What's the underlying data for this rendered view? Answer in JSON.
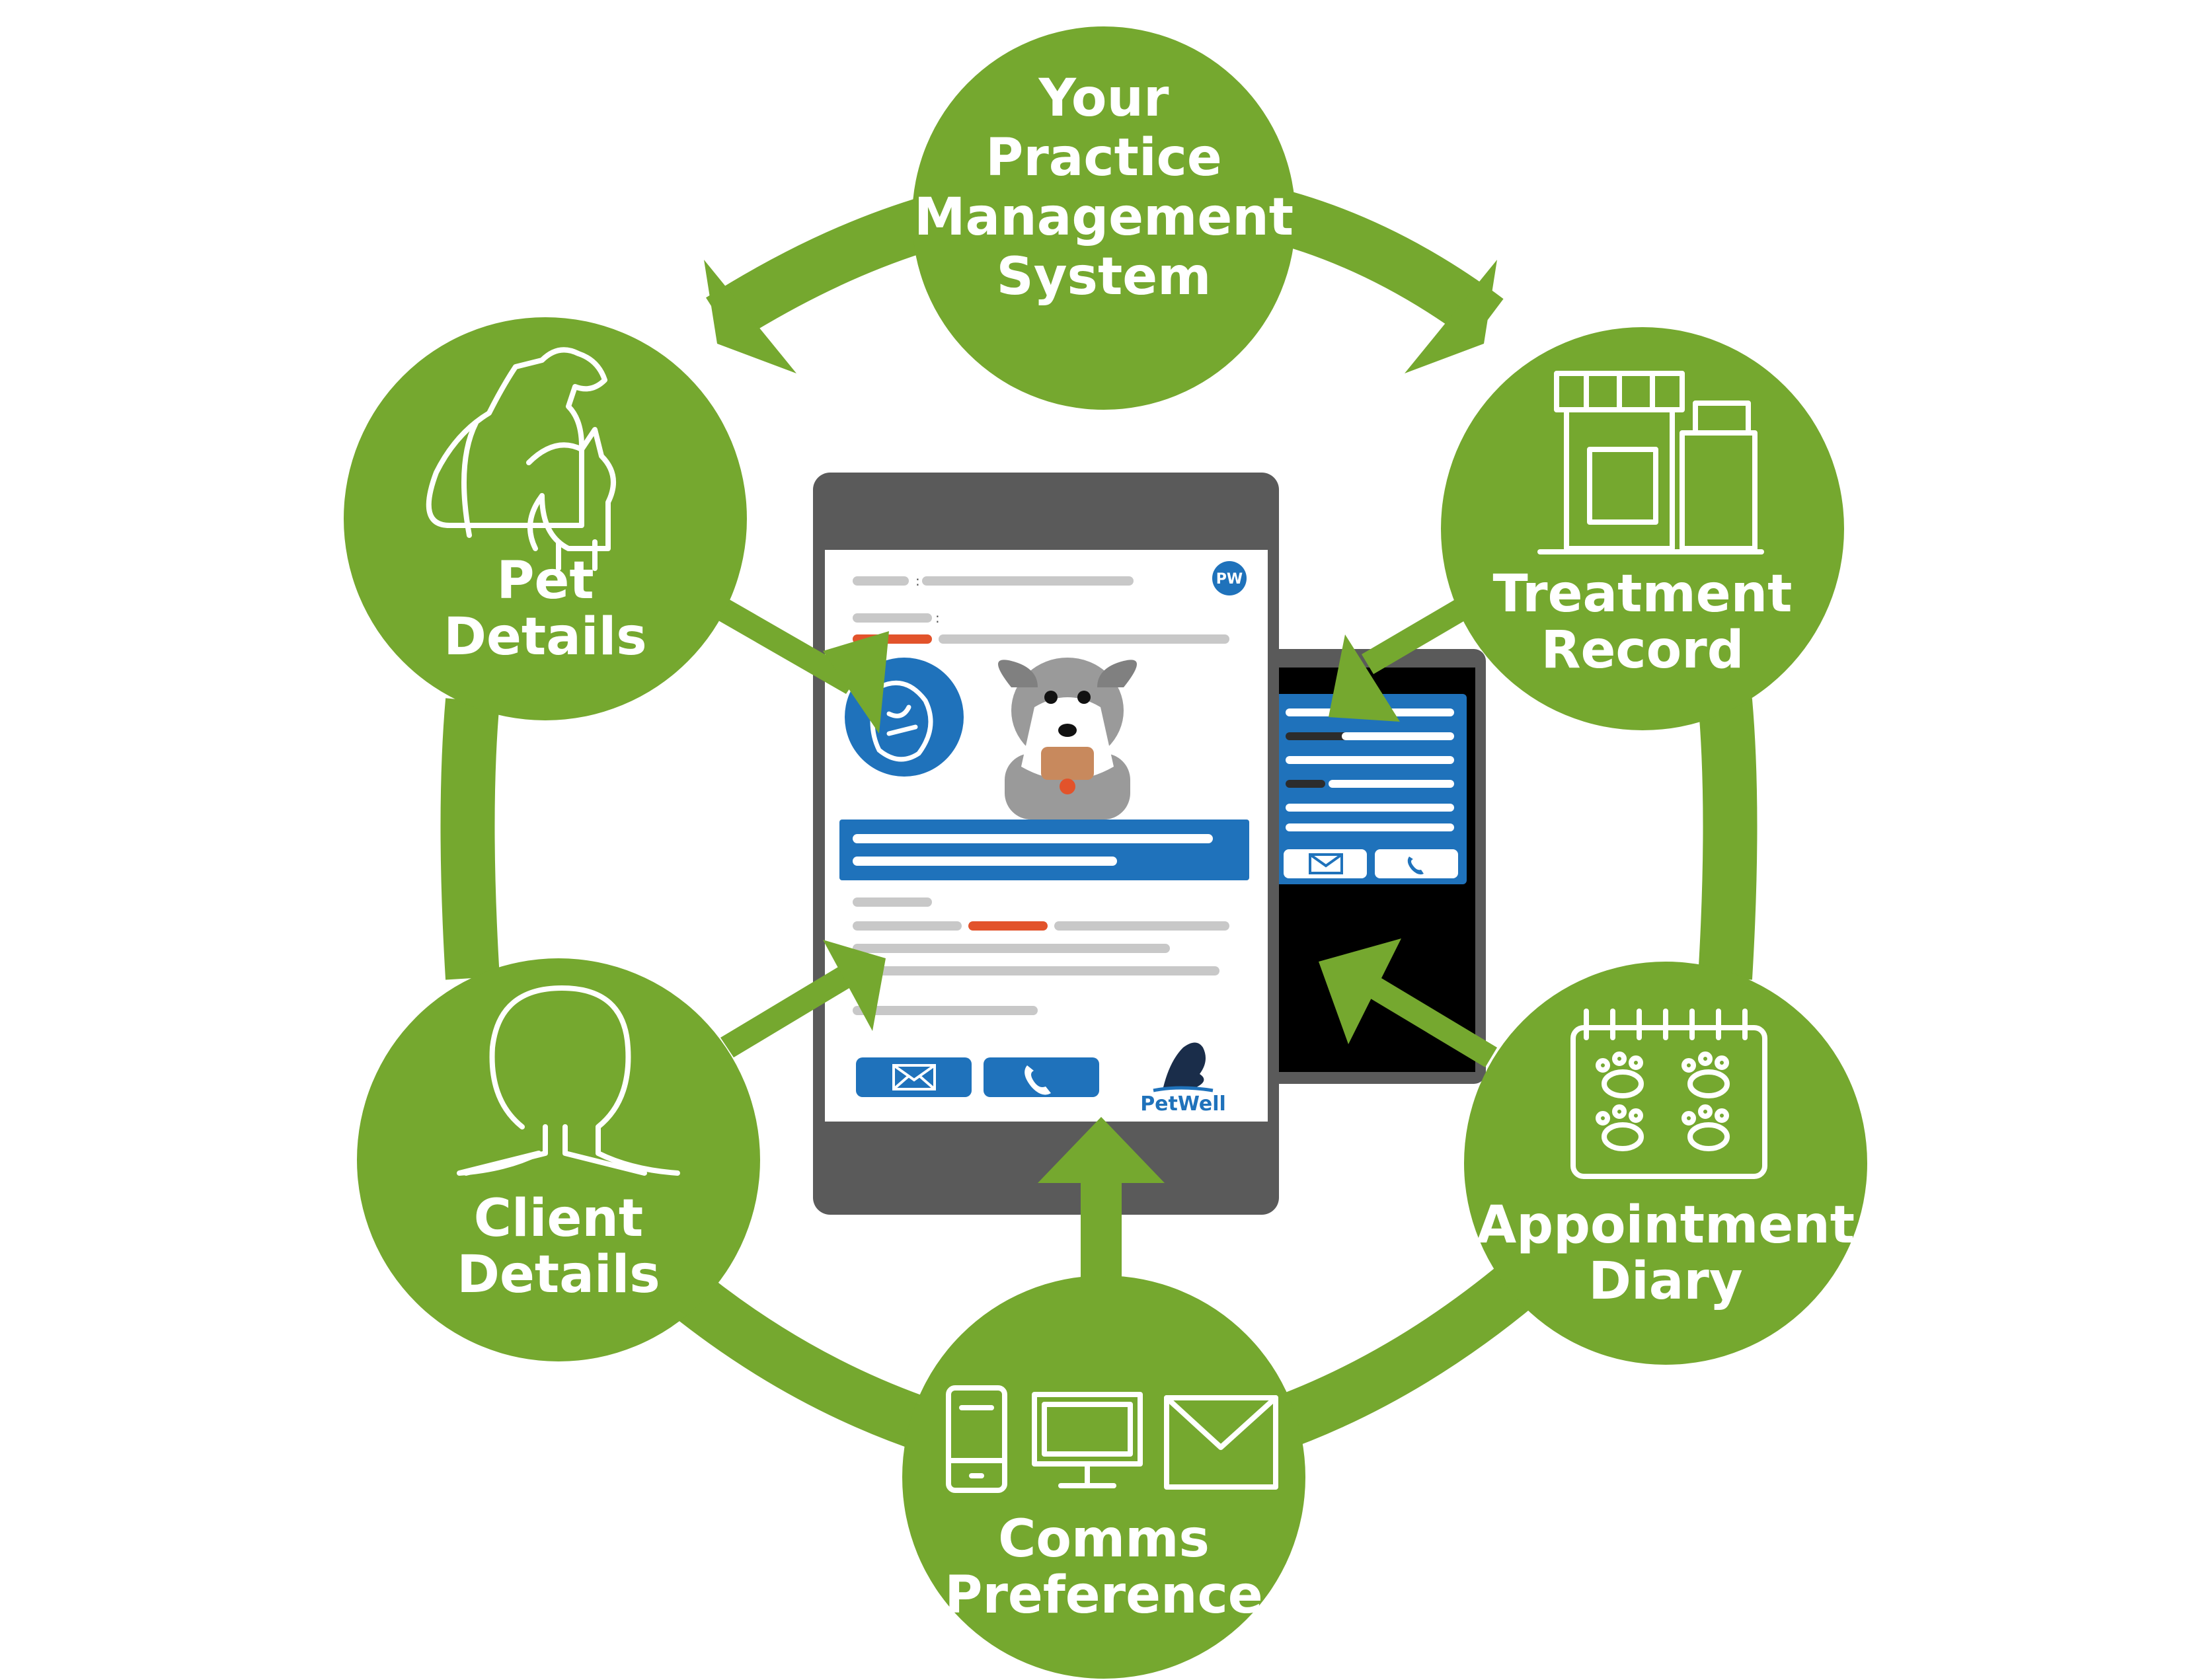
{
  "colors": {
    "green": "#75a82f",
    "blue": "#1f72bb",
    "dark_grey": "#5a5a5a",
    "orange": "#e2532b",
    "black": "#000000"
  },
  "nodes": {
    "pms": {
      "lines": [
        "Your",
        "Practice",
        "Management",
        "System"
      ]
    },
    "pet": {
      "lines": [
        "Pet",
        "Details"
      ]
    },
    "treatment": {
      "lines": [
        "Treatment",
        "Record"
      ]
    },
    "client": {
      "lines": [
        "Client",
        "Details"
      ]
    },
    "appointment": {
      "lines": [
        "Appointment",
        "Diary"
      ]
    },
    "comms": {
      "lines": [
        "Comms",
        "Preference"
      ]
    }
  },
  "tablet": {
    "badge": "PW",
    "brand": "PetWell"
  },
  "icons": [
    "dog-cat-icon",
    "medicine-bottles-icon",
    "person-icon",
    "paw-calendar-icon",
    "phone-icon",
    "monitor-icon",
    "envelope-icon",
    "phone-handset-icon"
  ]
}
